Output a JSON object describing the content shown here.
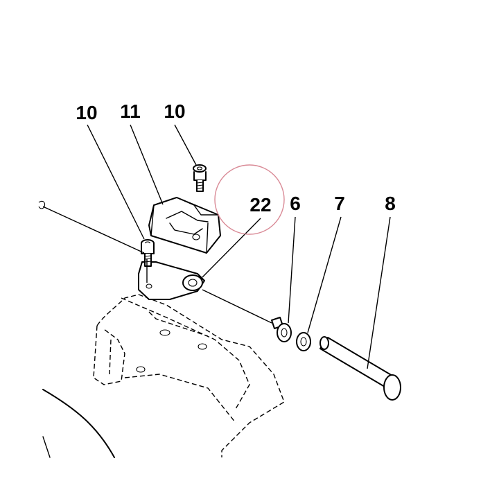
{
  "callouts": {
    "bolt_left": "10",
    "bracket": "11",
    "bolt_right": "10",
    "pivot": "22",
    "bushing": "6",
    "washer": "7",
    "pin": "8"
  },
  "colors": {
    "line": "#000000",
    "background": "#ffffff",
    "highlight_circle": "#d98a96"
  }
}
